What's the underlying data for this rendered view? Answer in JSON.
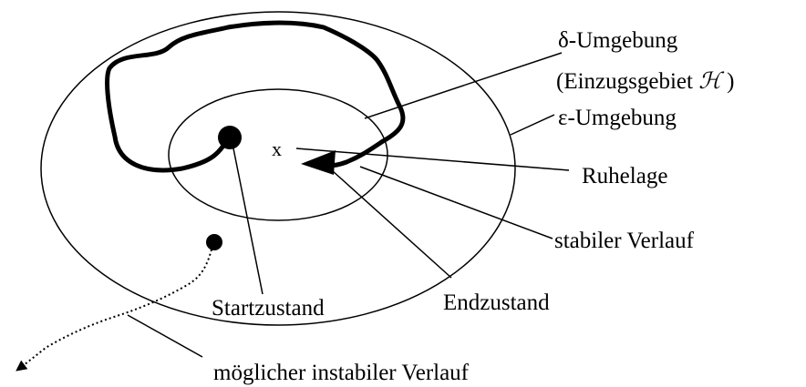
{
  "labels": {
    "delta": "δ-Umgebung",
    "basin_open": "(Einzugsgebiet ",
    "basin_symbol": "ℋ",
    "basin_close": " )",
    "epsilon": "ε-Umgebung",
    "rest": "Ruhelage",
    "stable": "stabiler Verlauf",
    "end": "Endzustand",
    "start": "Startzustand",
    "unstable": "möglicher instabiler Verlauf",
    "x_marker": "x"
  },
  "colors": {
    "ink": "#000000",
    "background": "#ffffff"
  }
}
